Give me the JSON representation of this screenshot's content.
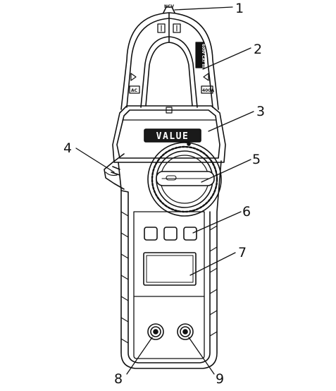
{
  "device": {
    "brand": "VALUE",
    "jaw_labels": {
      "top": "NCV",
      "left_block": "AC",
      "right_block": "400A",
      "side": "600V CAT III"
    }
  },
  "callouts": [
    {
      "id": "1",
      "label": "1"
    },
    {
      "id": "2",
      "label": "2"
    },
    {
      "id": "3",
      "label": "3"
    },
    {
      "id": "4",
      "label": "4"
    },
    {
      "id": "5",
      "label": "5"
    },
    {
      "id": "6",
      "label": "6"
    },
    {
      "id": "7",
      "label": "7"
    },
    {
      "id": "8",
      "label": "8"
    },
    {
      "id": "9",
      "label": "9"
    }
  ],
  "colors": {
    "line": "#111111",
    "fill": "#ffffff",
    "brand_bg": "#1a1a1a"
  }
}
